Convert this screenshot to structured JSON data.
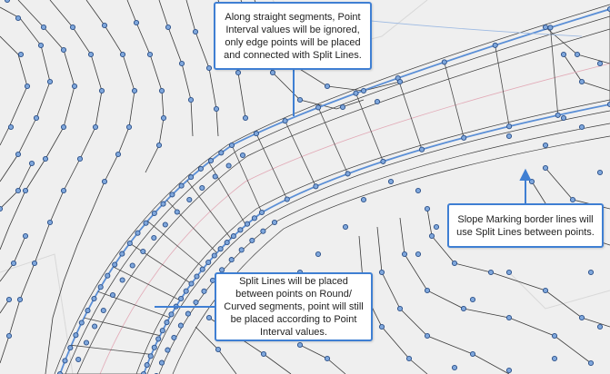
{
  "callouts": {
    "straight": {
      "text": "Along straight segments, Point Interval values will be ignored, only edge points will be placed and connected with Split Lines."
    },
    "slope": {
      "text": "Slope Marking border lines will use Split Lines between points."
    },
    "curved": {
      "text": "Split Lines will be placed between points on Round/ Curved segments, point will still be placed according to Point Interval values."
    }
  },
  "colors": {
    "background": "#efefef",
    "contour": "#3a3a3a",
    "split_line": "#4a4a4a",
    "border_line": "#5b8fd6",
    "point_fill": "#7fa7dc",
    "point_stroke": "#2a4f88",
    "callout_border": "#3f7fd3",
    "leader": "#3f7fd3"
  },
  "icons": {
    "point": "circle-point-icon",
    "leader_arrow": "arrow-up-icon"
  }
}
